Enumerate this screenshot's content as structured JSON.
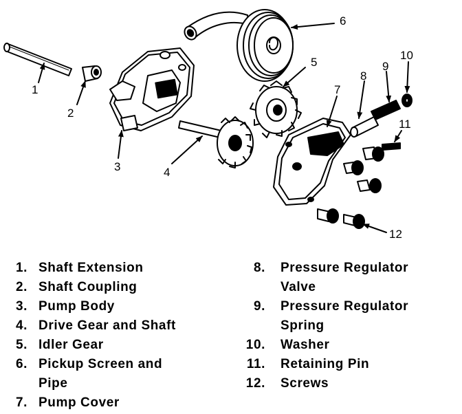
{
  "callouts": {
    "c1": "1",
    "c2": "2",
    "c3": "3",
    "c4": "4",
    "c5": "5",
    "c6": "6",
    "c7": "7",
    "c8": "8",
    "c9": "9",
    "c10": "10",
    "c11": "11",
    "c12": "12"
  },
  "legend": {
    "left": [
      {
        "num": "1.",
        "label": "Shaft Extension"
      },
      {
        "num": "2.",
        "label": "Shaft Coupling"
      },
      {
        "num": "3.",
        "label": "Pump Body"
      },
      {
        "num": "4.",
        "label": "Drive Gear and Shaft"
      },
      {
        "num": "5.",
        "label": "Idler Gear"
      },
      {
        "num": "6.",
        "label": "Pickup Screen and",
        "label2": "Pipe"
      },
      {
        "num": "7.",
        "label": "Pump Cover"
      }
    ],
    "right": [
      {
        "num": "8.",
        "label": "Pressure Regulator",
        "label2": "Valve"
      },
      {
        "num": "9.",
        "label": "Pressure Regulator",
        "label2": "Spring"
      },
      {
        "num": "10.",
        "label": "Washer"
      },
      {
        "num": "11.",
        "label": "Retaining Pin"
      },
      {
        "num": "12.",
        "label": "Screws"
      }
    ]
  },
  "icons": {
    "part-1": "shaft-extension-icon",
    "part-2": "shaft-coupling-icon",
    "part-3": "pump-body-icon",
    "part-4": "drive-gear-shaft-icon",
    "part-5": "idler-gear-icon",
    "part-6": "pickup-screen-pipe-icon",
    "part-7": "pump-cover-icon",
    "part-8": "regulator-valve-icon",
    "part-9": "regulator-spring-icon",
    "part-10": "washer-icon",
    "part-11": "retaining-pin-icon",
    "part-12": "screws-icon"
  }
}
